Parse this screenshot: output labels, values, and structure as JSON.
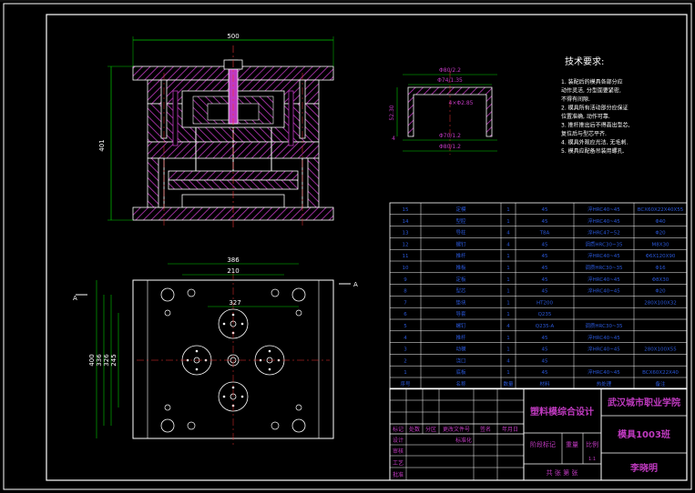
{
  "drawing": {
    "dim_500": "500",
    "dim_401": "401",
    "dim_386": "386",
    "dim_210": "210",
    "dim_327": "327",
    "dim_400": "400",
    "dim_336": "336",
    "dim_326": "326",
    "dim_245": "245",
    "part_dims": {
      "d1": "Φ80/2.2",
      "d2": "Φ74/1.35",
      "d3": "4×Φ2.85",
      "d4": "Φ70/1.2",
      "d5": "Φ80/1.2",
      "h1": "52.30",
      "h2": "4"
    },
    "section_labels": {
      "a": "A",
      "a2": "A"
    }
  },
  "tech": {
    "title": "技术要求:",
    "lines": [
      "1. 装配后的模具各部分应",
      "   动作灵活, 分型面要紧密,",
      "   不得有间隙.",
      "2. 模具所有活动部分应保证",
      "   位置准确, 动作可靠.",
      "3. 推杆推出后不得高出型芯,",
      "   复位后与型芯平齐.",
      "4. 模具外观应光洁, 无毛刺.",
      "5. 模具应配备吊装用螺孔."
    ]
  },
  "bom": {
    "rows": [
      [
        "15",
        "定模",
        "1",
        "45",
        "淬HRC40~45",
        "BCX60X22X40X55"
      ],
      [
        "14",
        "型腔",
        "1",
        "45",
        "淬HRC40~45",
        "Φ40"
      ],
      [
        "13",
        "导柱",
        "4",
        "T8A",
        "淬HRC47~52",
        "Φ20"
      ],
      [
        "12",
        "螺钉",
        "4",
        "45",
        "调质HRC30~35",
        "M8X30"
      ],
      [
        "11",
        "推杆",
        "1",
        "45",
        "淬HRC40~45",
        "Φ6X120X90"
      ],
      [
        "10",
        "推板",
        "1",
        "45",
        "调质HRC30~35",
        "Φ16"
      ],
      [
        "9",
        "定板",
        "1",
        "45",
        "淬HRC40~45",
        "Φ8X30"
      ],
      [
        "8",
        "型芯",
        "1",
        "45",
        "淬HRC40~45",
        "Φ20"
      ],
      [
        "7",
        "垫块",
        "1",
        "HT200",
        "",
        "280X100X32"
      ],
      [
        "6",
        "导套",
        "1",
        "Q235",
        "",
        ""
      ],
      [
        "5",
        "螺钉",
        "4",
        "Q235-A",
        "调质HRC30~35",
        ""
      ],
      [
        "4",
        "推杆",
        "1",
        "45",
        "淬HRC40~45",
        ""
      ],
      [
        "3",
        "动模",
        "1",
        "45",
        "淬HRC40~45",
        "280X100X55"
      ],
      [
        "2",
        "浇口",
        "4",
        "45",
        "",
        ""
      ],
      [
        "1",
        "底板",
        "1",
        "45",
        "淬HRC40~45",
        "BCX60X22X40"
      ],
      [
        "序号",
        "名称",
        "数量",
        "材料",
        "热处理",
        "备注"
      ]
    ]
  },
  "title_block": {
    "project": "塑料模综合设计",
    "school": "武汉城市职业学院",
    "class_name": "模具1003班",
    "drawing_name": "李晓明",
    "scale_label": "比例",
    "weight_label": "重量",
    "stage_label": "阶段标记",
    "scale_val": "1:1",
    "row_labels": [
      "标记",
      "处数",
      "分区",
      "更改文件号",
      "签名",
      "年月日"
    ],
    "left_labels": [
      "设计",
      "审核",
      "工艺",
      "标准化",
      "批准"
    ],
    "sheet_text": "共    张  第    张"
  }
}
